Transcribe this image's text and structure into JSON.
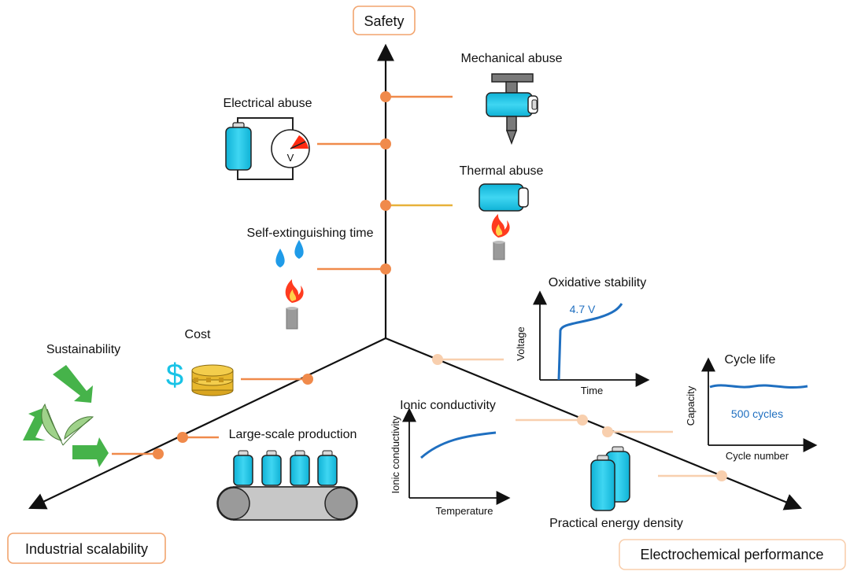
{
  "axes": {
    "safety": "Safety",
    "industrial": "Industrial scalability",
    "electrochemical": "Electrochemical performance"
  },
  "safety_items": {
    "mechanical": "Mechanical abuse",
    "electrical": "Electrical abuse",
    "thermal": "Thermal abuse",
    "self_ext": "Self-extinguishing time",
    "voltmeter_letter": "V"
  },
  "industrial_items": {
    "cost": "Cost",
    "sustainability": "Sustainability",
    "large_scale": "Large-scale production",
    "dollar": "$"
  },
  "electro_items": {
    "oxidative": {
      "title": "Oxidative stability",
      "xlabel": "Time",
      "ylabel": "Voltage",
      "annotation": "4.7 V"
    },
    "cycle": {
      "title": "Cycle life",
      "xlabel": "Cycle number",
      "ylabel": "Capacity",
      "annotation": "500 cycles"
    },
    "ionic": {
      "title": "Ionic conductivity",
      "xlabel": "Temperature",
      "ylabel": "Ionic conductivity"
    },
    "energy": "Practical energy density"
  },
  "colors": {
    "axis": "#111111",
    "dot_dark": "#f08a4b",
    "dot_light": "#f8cfae",
    "cyan": "#19c3e6",
    "curve": "#1f6fc0",
    "recycle": "#46b34a",
    "leaf": "#9fd28a",
    "coin": "#e8b82d",
    "flame": "#ff3b1f",
    "drop": "#1f9be8",
    "grey": "#9a9a9a"
  }
}
